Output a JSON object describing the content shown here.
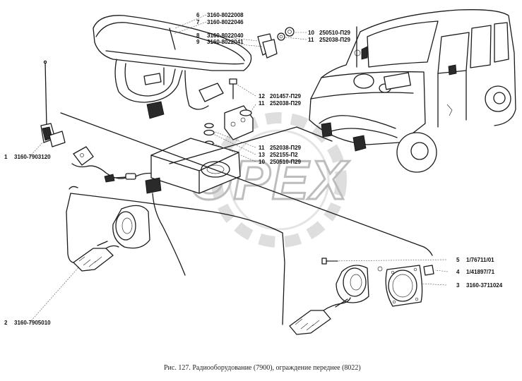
{
  "watermark": "OPEX",
  "caption": "Рис. 127. Радиооборудование (7900), ограждение переднее (8022)",
  "callouts": [
    {
      "num": "1",
      "code": "3160-7903120"
    },
    {
      "num": "2",
      "code": "3160-7905010"
    },
    {
      "num": "3",
      "code": "3160-3711024"
    },
    {
      "num": "4",
      "code": "1/41897/71"
    },
    {
      "num": "5",
      "code": "1/76711/01"
    },
    {
      "num": "6",
      "code": "3160-8022008"
    },
    {
      "num": "7",
      "code": "3160-8022046"
    },
    {
      "num": "8",
      "code": "3160-8022040"
    },
    {
      "num": "9",
      "code": "3160-8022041"
    },
    {
      "num": "10",
      "code": "250510-П29"
    },
    {
      "num": "11",
      "code": "252038-П29"
    },
    {
      "num": "12",
      "code": "201457-П29"
    },
    {
      "num": "11",
      "code": "252038-П29"
    },
    {
      "num": "11",
      "code": "252038-П29"
    },
    {
      "num": "13",
      "code": "252155-П2"
    },
    {
      "num": "10",
      "code": "250510-П29"
    }
  ]
}
